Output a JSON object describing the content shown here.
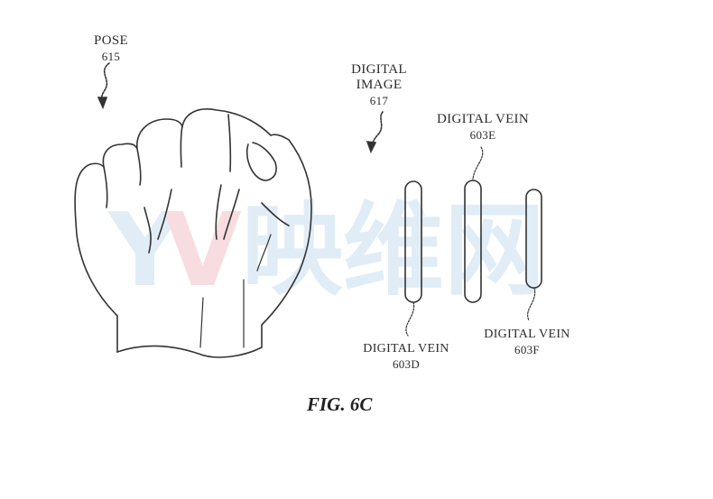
{
  "labels": {
    "pose": {
      "title": "POSE",
      "ref": "615"
    },
    "digital_image": {
      "title_line1": "DIGITAL",
      "title_line2": "IMAGE",
      "ref": "617"
    },
    "vein_e": {
      "title": "DIGITAL VEIN",
      "ref": "603E"
    },
    "vein_d": {
      "title": "DIGITAL VEIN",
      "ref": "603D"
    },
    "vein_f": {
      "title": "DIGITAL VEIN",
      "ref": "603F"
    }
  },
  "caption": "FIG. 6C",
  "watermark": {
    "text": "YV映维网",
    "colors": {
      "blue": "#c9dff0",
      "red": "#f3c3c8"
    }
  }
}
